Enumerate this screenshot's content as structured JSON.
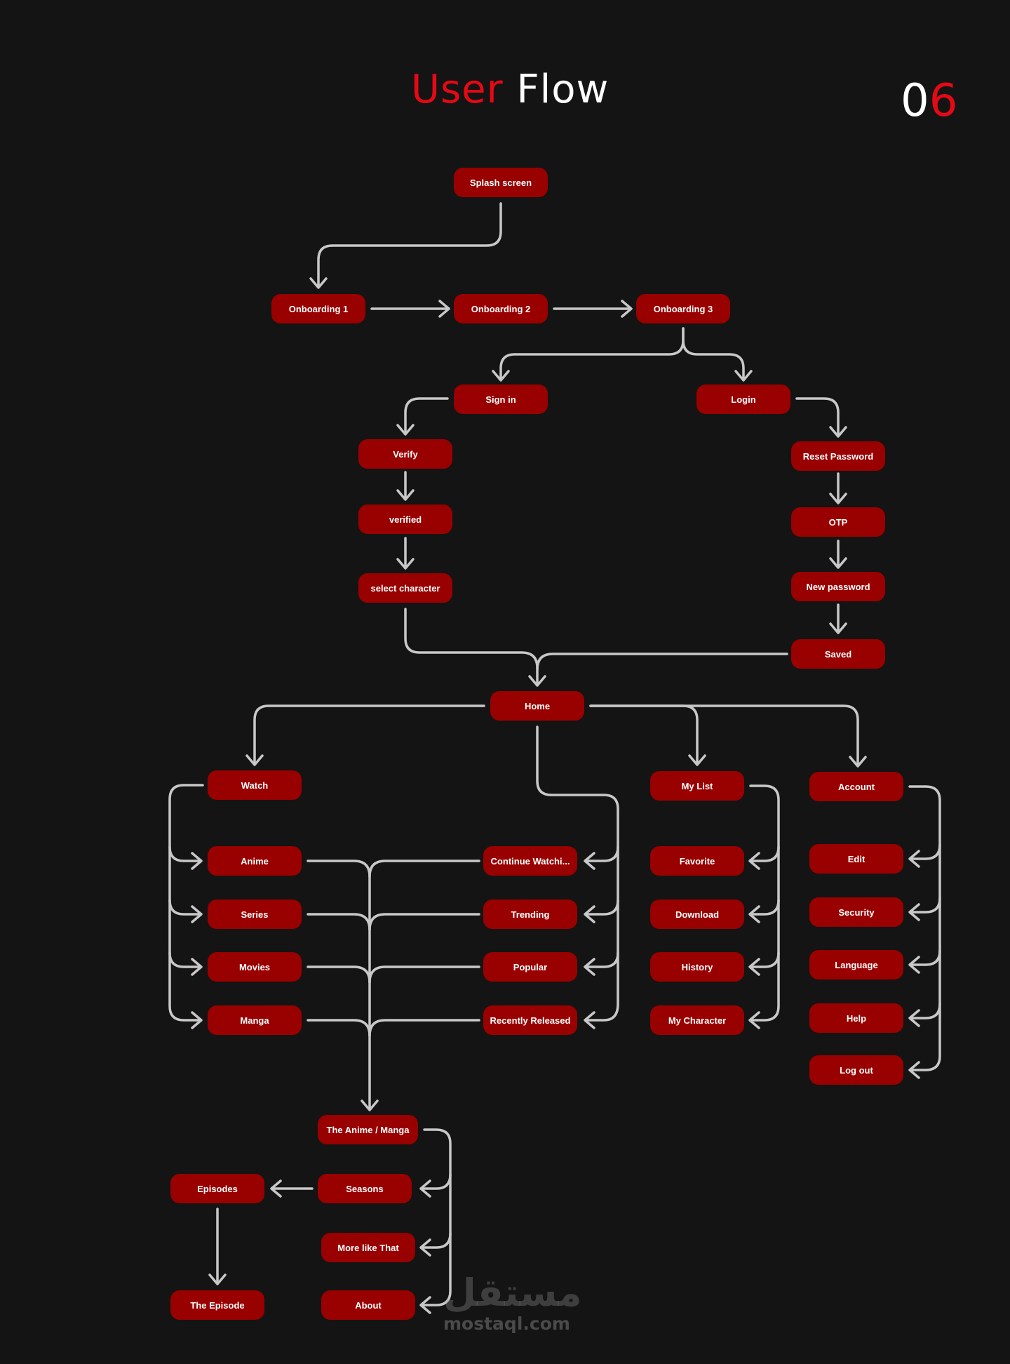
{
  "header": {
    "title_accent": "User",
    "title_rest": "Flow",
    "page_number_prefix": "0",
    "page_number_accent": "6"
  },
  "colors": {
    "background": "#141414",
    "node": "#990000",
    "accent": "#e50914",
    "connector": "#c8c8c8"
  },
  "nodes": {
    "splash": "Splash screen",
    "onboarding1": "Onboarding 1",
    "onboarding2": "Onboarding 2",
    "onboarding3": "Onboarding 3",
    "signin": "Sign in",
    "login": "Login",
    "verify": "Verify",
    "verified": "verified",
    "select_character": "select character",
    "reset_password": "Reset Password",
    "otp": "OTP",
    "new_password": "New password",
    "saved": "Saved",
    "home": "Home",
    "watch": "Watch",
    "anime": "Anime",
    "series": "Series",
    "movies": "Movies",
    "manga": "Manga",
    "continue_watching": "Continue Watchi...",
    "trending": "Trending",
    "popular": "Popular",
    "recently_released": "Recently Released",
    "my_list": "My List",
    "favorite": "Favorite",
    "download": "Download",
    "history": "History",
    "my_character": "My Character",
    "account": "Account",
    "edit": "Edit",
    "security": "Security",
    "language": "Language",
    "help": "Help",
    "logout": "Log out",
    "anime_manga": "The Anime / Manga",
    "seasons": "Seasons",
    "episodes": "Episodes",
    "more_like_that": "More like That",
    "about": "About",
    "the_episode": "The Episode"
  },
  "watermark": {
    "arabic": "مستقل",
    "latin": "mostaql.com"
  }
}
